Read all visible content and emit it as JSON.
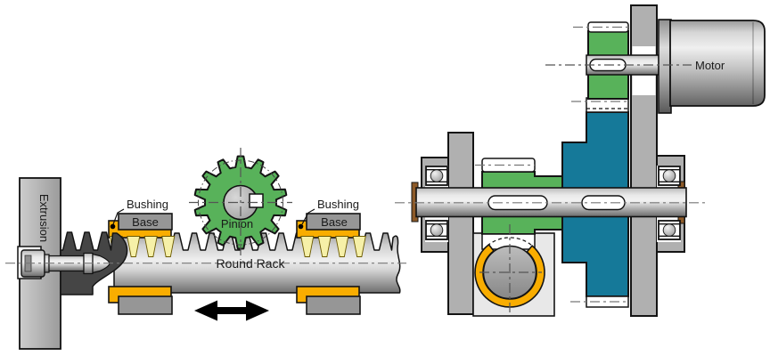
{
  "labels": {
    "extrusion": "Extrusion",
    "bushing_left": "Bushing",
    "base_left": "Base",
    "pinion": "Pinion",
    "round_rack": "Round Rack",
    "bushing_right": "Bushing",
    "base_right": "Base",
    "motor": "Motor"
  },
  "colors": {
    "gear_green": "#58b25a",
    "big_gear_teal": "#157999",
    "bushing_yellow": "#f9ad00",
    "bushing_tooth_pale": "#f6f0a8",
    "metal_gray": "#b0b0b0",
    "base_block_gray": "#969696",
    "light_block": "#e8e8e8",
    "dark_stopper": "#454545",
    "spacer_brown": "#8d5a28",
    "outline": "#141414"
  }
}
